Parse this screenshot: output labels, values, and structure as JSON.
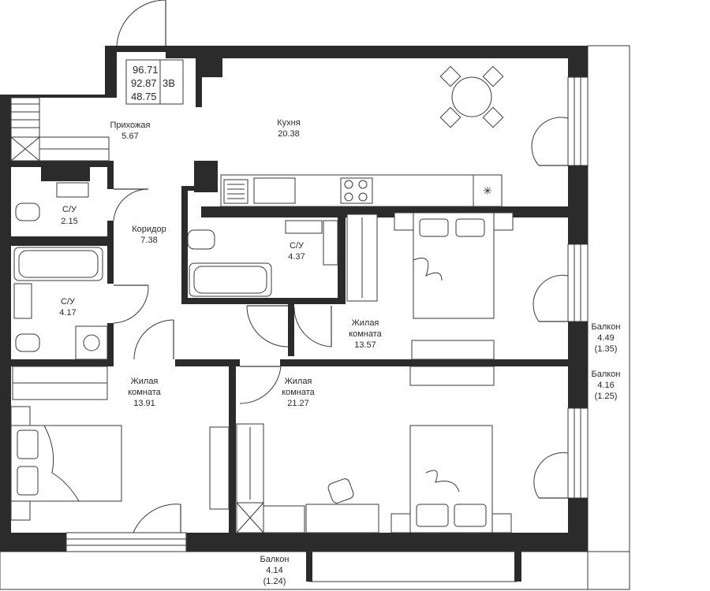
{
  "summary": {
    "total_area": "96.71",
    "living_area": "92.87",
    "living_rooms_area": "48.75",
    "room_type": "3В"
  },
  "rooms": {
    "hallway": {
      "name": "Прихожая",
      "area": "5.67"
    },
    "kitchen": {
      "name": "Кухня",
      "area": "20.38"
    },
    "wc1": {
      "name": "С/У",
      "area": "2.15"
    },
    "corridor": {
      "name": "Коридор",
      "area": "7.38"
    },
    "wc2": {
      "name": "С/У",
      "area": "4.37"
    },
    "wc3": {
      "name": "С/У",
      "area": "4.17"
    },
    "bedroom1": {
      "line1": "Жилая",
      "line2": "комната",
      "area": "13.57"
    },
    "bedroom2": {
      "line1": "Жилая",
      "line2": "комната",
      "area": "13.91"
    },
    "bedroom3": {
      "line1": "Жилая",
      "line2": "комната",
      "area": "21.27"
    }
  },
  "balconies": {
    "b1": {
      "name": "Балкон",
      "area": "4.49",
      "coef": "(1.35)"
    },
    "b2": {
      "name": "Балкон",
      "area": "4.16",
      "coef": "(1.25)"
    },
    "b3": {
      "name": "Балкон",
      "area": "4.14",
      "coef": "(1.24)"
    }
  },
  "colors": {
    "wall": "#2b2b2b",
    "line": "#3a3a3a",
    "background": "#ffffff"
  }
}
